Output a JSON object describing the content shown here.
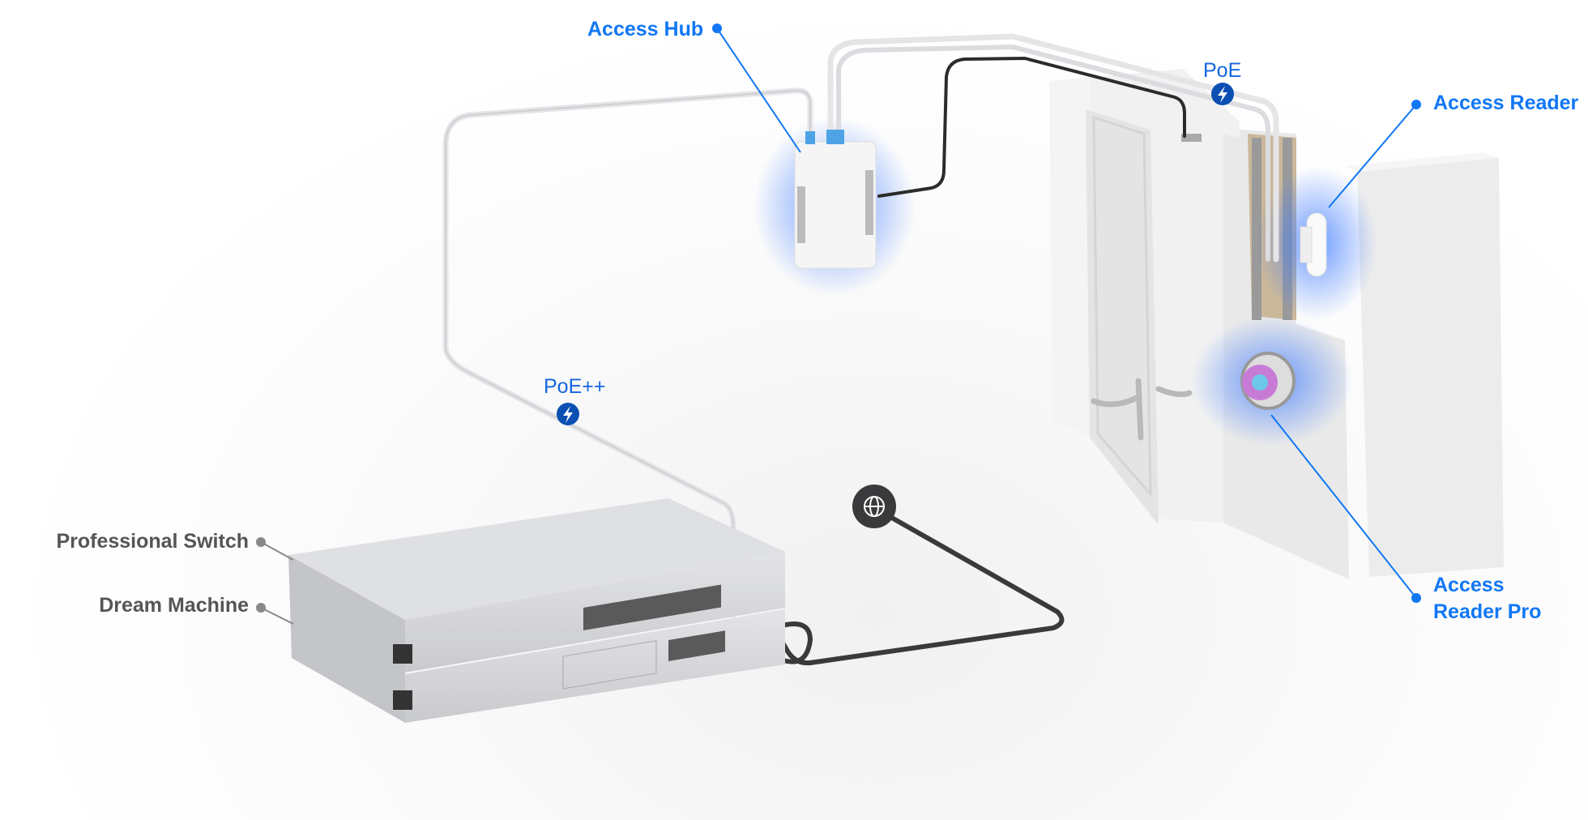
{
  "labels": {
    "access_hub": "Access Hub",
    "access_reader": "Access Reader",
    "access_reader_pro_line1": "Access",
    "access_reader_pro_line2": "Reader Pro",
    "professional_switch": "Professional Switch",
    "dream_machine": "Dream Machine"
  },
  "connections": {
    "poe": "PoE",
    "poe_plus_plus": "PoE++"
  },
  "icons": {
    "power": "lightning-bolt-icon",
    "internet": "globe-icon"
  },
  "colors": {
    "accent": "#1177f5",
    "badge": "#0b4fb3",
    "label_gray": "#555555"
  }
}
